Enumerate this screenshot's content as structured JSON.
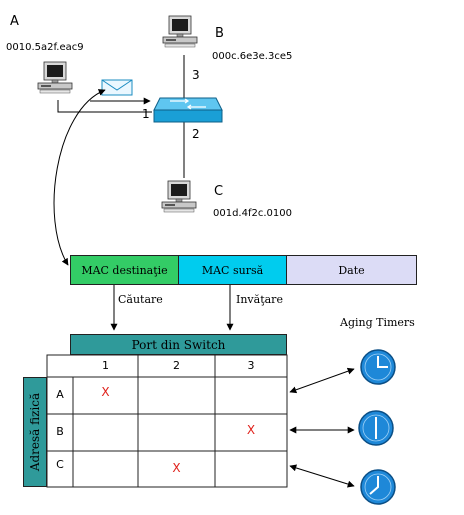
{
  "hosts": {
    "a": {
      "name": "A",
      "mac": "0010.5a2f.eac9"
    },
    "b": {
      "name": "B",
      "mac": "000c.6e3e.3ce5"
    },
    "c": {
      "name": "C",
      "mac": "001d.4f2c.0100"
    }
  },
  "ports": {
    "p1": "1",
    "p2": "2",
    "p3": "3"
  },
  "frame": {
    "dest": "MAC destinaţie",
    "src": "MAC sursă",
    "data": "Date"
  },
  "actions": {
    "lookup": "Căutare",
    "learn": "Invăţare"
  },
  "aging_label": "Aging Timers",
  "table": {
    "header": "Port din Switch",
    "side": "Adresă fizică",
    "columns": [
      "1",
      "2",
      "3"
    ],
    "rows": [
      "A",
      "B",
      "C"
    ],
    "marks": {
      "a": "X",
      "b": "X",
      "c": "X"
    }
  },
  "colors": {
    "frame_dest": "#33cc66",
    "frame_src": "#00ccee",
    "frame_data": "#dcdcf6",
    "table_header": "#2f9a9a",
    "switch": "#1a9fd6",
    "clock": "#1e88d8",
    "mark": "#e0201a"
  },
  "icons": [
    "computer-icon",
    "switch-icon",
    "envelope-icon",
    "clock-icon"
  ]
}
